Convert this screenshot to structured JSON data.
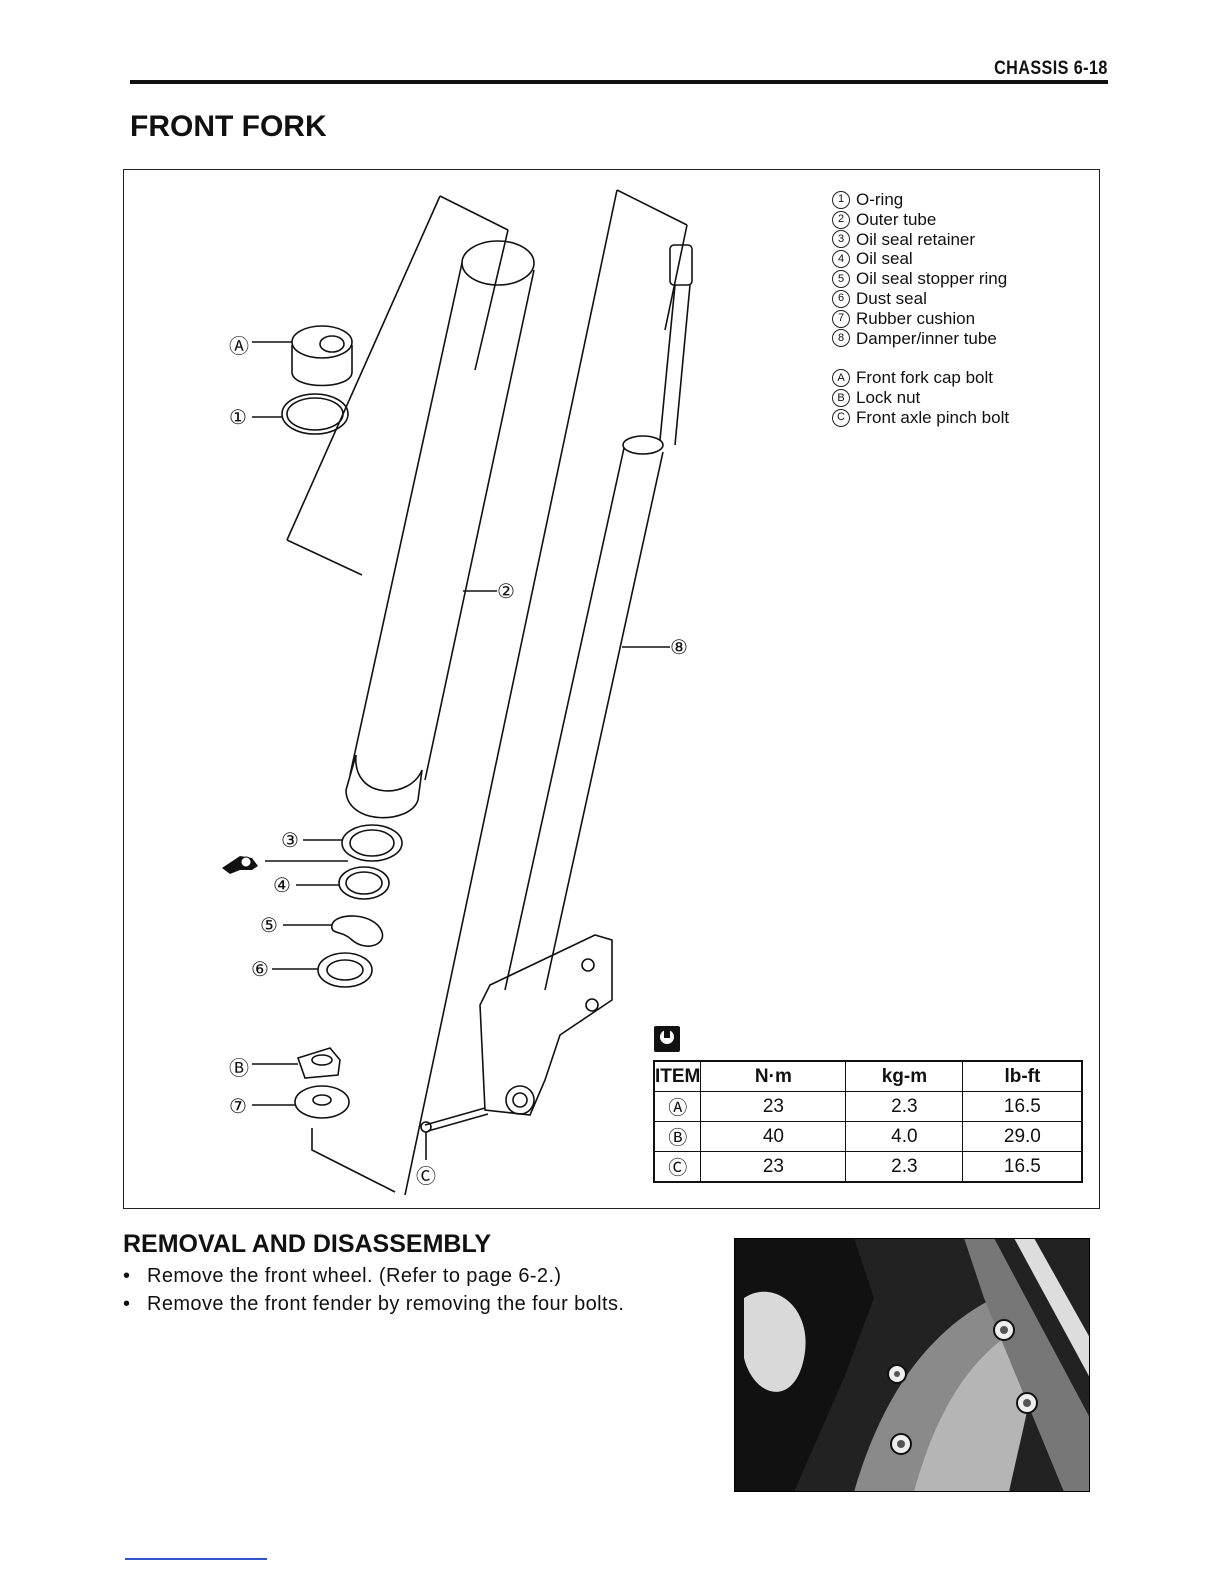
{
  "header": {
    "text": "CHASSIS 6-18"
  },
  "page_title": "FRONT FORK",
  "callouts": {
    "A": "Ⓐ",
    "B": "Ⓑ",
    "C": "Ⓒ",
    "n1": "①",
    "n2": "②",
    "n3": "③",
    "n4": "④",
    "n5": "⑤",
    "n6": "⑥",
    "n7": "⑦",
    "n8": "⑧"
  },
  "legend": {
    "parts": [
      {
        "num": "1",
        "label": "O-ring"
      },
      {
        "num": "2",
        "label": "Outer tube"
      },
      {
        "num": "3",
        "label": "Oil seal retainer"
      },
      {
        "num": "4",
        "label": "Oil seal"
      },
      {
        "num": "5",
        "label": "Oil seal stopper ring"
      },
      {
        "num": "6",
        "label": "Dust seal"
      },
      {
        "num": "7",
        "label": "Rubber cushion"
      },
      {
        "num": "8",
        "label": "Damper/inner tube"
      }
    ],
    "fasteners": [
      {
        "num": "A",
        "label": "Front fork cap bolt"
      },
      {
        "num": "B",
        "label": "Lock nut"
      },
      {
        "num": "C",
        "label": "Front axle pinch bolt"
      }
    ]
  },
  "torque_table": {
    "headers": [
      "ITEM",
      "N·m",
      "kg-m",
      "lb-ft"
    ],
    "rows": [
      [
        "Ⓐ",
        "23",
        "2.3",
        "16.5"
      ],
      [
        "Ⓑ",
        "40",
        "4.0",
        "29.0"
      ],
      [
        "Ⓒ",
        "23",
        "2.3",
        "16.5"
      ]
    ]
  },
  "section": {
    "title": "REMOVAL AND DISASSEMBLY",
    "steps": [
      "Remove the front wheel. (Refer to page 6-2.)",
      "Remove the front fender by removing the four bolts."
    ]
  },
  "icons": [
    "wrench-icon",
    "grease-icon"
  ]
}
